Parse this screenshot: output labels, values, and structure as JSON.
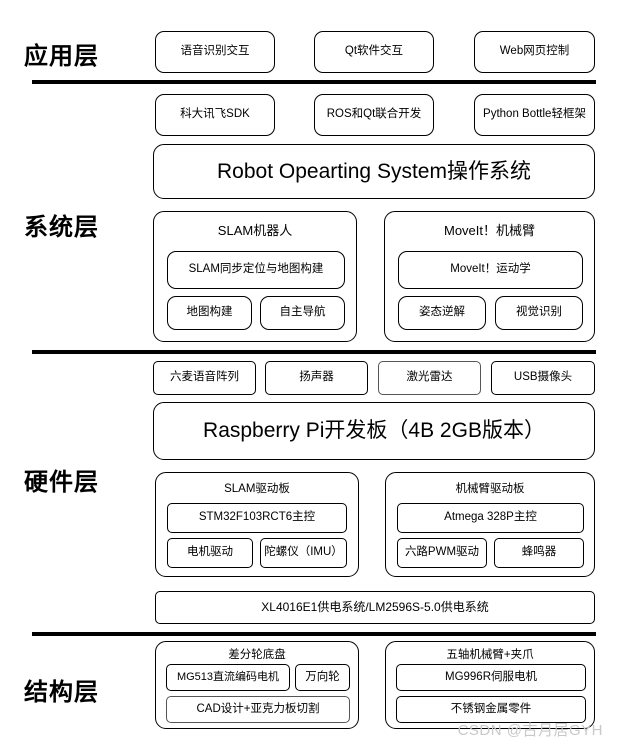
{
  "diagram": {
    "title": "Robot system hierarchical architecture",
    "watermark": "CSDN @古月居GYH",
    "layers": [
      {
        "name": "application",
        "label": "应用层",
        "rows": [
          {
            "items": [
              "语音识别交互",
              "Qt软件交互",
              "Web网页控制"
            ]
          }
        ]
      },
      {
        "name": "system",
        "label": "系统层",
        "rows": [
          {
            "items": [
              "科大讯飞SDK",
              "ROS和Qt联合开发",
              "Python Bottle轻框架"
            ]
          },
          {
            "items": [
              "Robot Opearting System操作系统"
            ]
          }
        ],
        "groups": [
          {
            "title": "SLAM机器人",
            "wide": "SLAM同步定位与地图构建",
            "items": [
              "地图构建",
              "自主导航"
            ]
          },
          {
            "title": "MoveIt！机械臂",
            "wide": "MoveIt！运动学",
            "items": [
              "姿态逆解",
              "视觉识别"
            ]
          }
        ]
      },
      {
        "name": "hardware",
        "label": "硬件层",
        "rows": [
          {
            "items": [
              "六麦语音阵列",
              "扬声器",
              "激光雷达",
              "USB摄像头"
            ]
          },
          {
            "items": [
              "Raspberry Pi开发板（4B 2GB版本）"
            ]
          }
        ],
        "groups": [
          {
            "title": "SLAM驱动板",
            "wide": "STM32F103RCT6主控",
            "items": [
              "电机驱动",
              "陀螺仪（IMU）"
            ]
          },
          {
            "title": "机械臂驱动板",
            "wide": "Atmega 328P主控",
            "items": [
              "六路PWM驱动",
              "蜂鸣器"
            ]
          }
        ],
        "footer": "XL4016E1供电系统/LM2596S-5.0供电系统"
      },
      {
        "name": "structure",
        "label": "结构层",
        "groups": [
          {
            "title": "差分轮底盘",
            "items": [
              "MG513直流编码电机",
              "万向轮"
            ],
            "wide": "CAD设计+亚克力板切割"
          },
          {
            "title": "五轴机械臂+夹爪",
            "wide": "MG996R伺服电机",
            "items2": [
              "不锈钢金属零件"
            ]
          }
        ]
      }
    ]
  }
}
